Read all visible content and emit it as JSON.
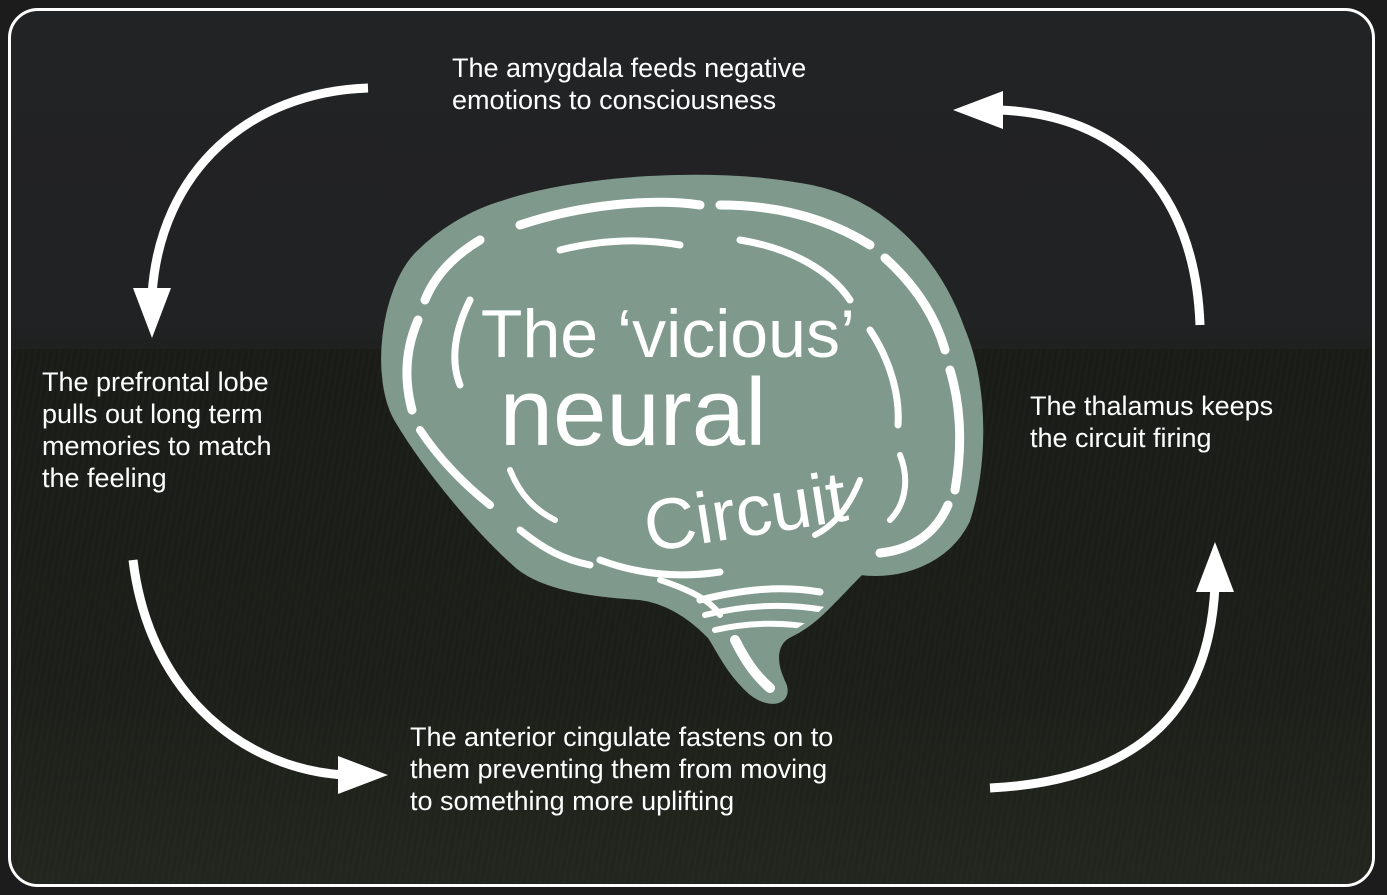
{
  "diagram": {
    "title_line1": "The ‘vicious’",
    "title_line2": "neural",
    "title_line3": "Circuit",
    "steps": [
      {
        "id": "amygdala",
        "text": "The amygdala feeds negative\nemotions to consciousness"
      },
      {
        "id": "prefrontal",
        "text": "The prefrontal lobe\npulls out long term\nmemories to match\nthe feeling"
      },
      {
        "id": "cingulate",
        "text": "The anterior cingulate fastens on to\nthem preventing them from moving\nto something more uplifting"
      },
      {
        "id": "thalamus",
        "text": "The thalamus keeps\nthe circuit firing"
      }
    ],
    "colors": {
      "brain_fill": "#7f998d",
      "outline": "#ffffff",
      "background": "#1f2021"
    }
  }
}
